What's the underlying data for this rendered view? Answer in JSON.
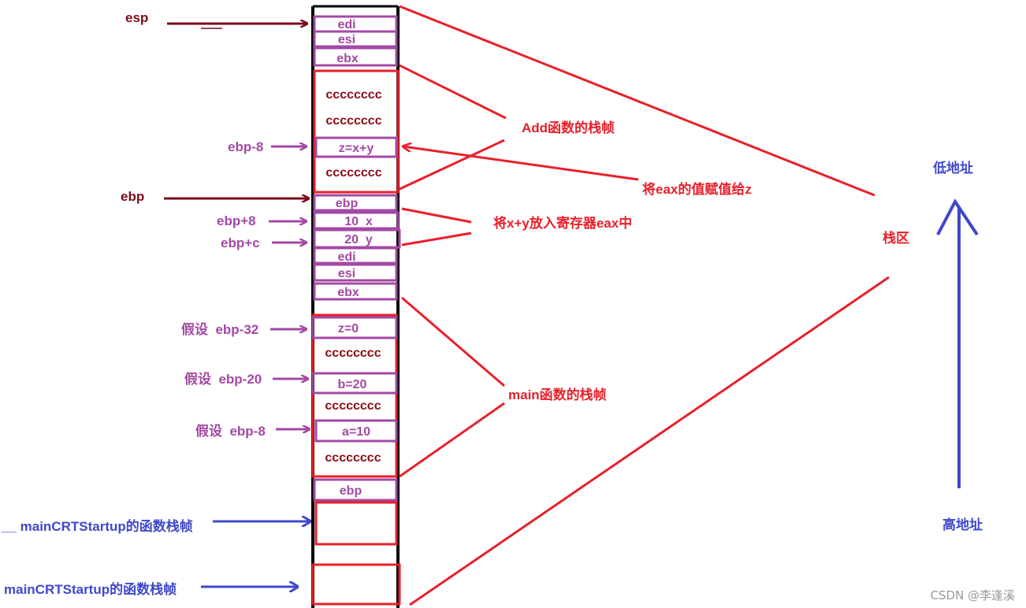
{
  "stack": {
    "cells": {
      "edi_top": "edi",
      "esi_top": "esi",
      "ebx_top": "ebx",
      "cc1": "cccccccc",
      "cc2": "cccccccc",
      "z_add": "z=x+y",
      "cc3": "cccccccc",
      "ebp_add": "ebp",
      "x_param": "10  x",
      "y_param": "20  y",
      "edi_main": "edi",
      "esi_main": "esi",
      "ebx_main": "ebx",
      "z_main": "z=0",
      "cc4": "cccccccc",
      "b_main": "b=20",
      "cc5": "cccccccc",
      "a_main": "a=10",
      "cc6": "cccccccc",
      "ebp_main": "ebp"
    }
  },
  "left_labels": {
    "esp": "esp",
    "ebp": "ebp",
    "ebp_minus_8_add": "ebp-8",
    "ebp_plus_8": "ebp+8",
    "ebp_plus_c": "ebp+c",
    "assume_ebp_32": "假设  ebp-32",
    "assume_ebp_20": "假设  ebp-20",
    "assume_ebp_8": "假设  ebp-8",
    "crt1": "__ mainCRTStartup的函数栈帧",
    "crt2": "mainCRTStartup的函数栈帧"
  },
  "annotations": {
    "add_frame": "Add函数的栈帧",
    "eax_to_z": "将eax的值赋值给z",
    "xy_to_eax": "将x+y放入寄存器eax中",
    "stack_area": "栈区",
    "main_frame": "main函数的栈帧"
  },
  "address_axis": {
    "low": "低地址",
    "high": "高地址"
  },
  "watermark": "CSDN @李逢溪",
  "colors": {
    "register_label": "#7b0c1a",
    "offset_label": "#a349a4",
    "frame_red": "#e8202a",
    "cell_purple": "#a349a4",
    "crt_blue": "#3f48cc",
    "cc_text": "#8b0a14"
  }
}
